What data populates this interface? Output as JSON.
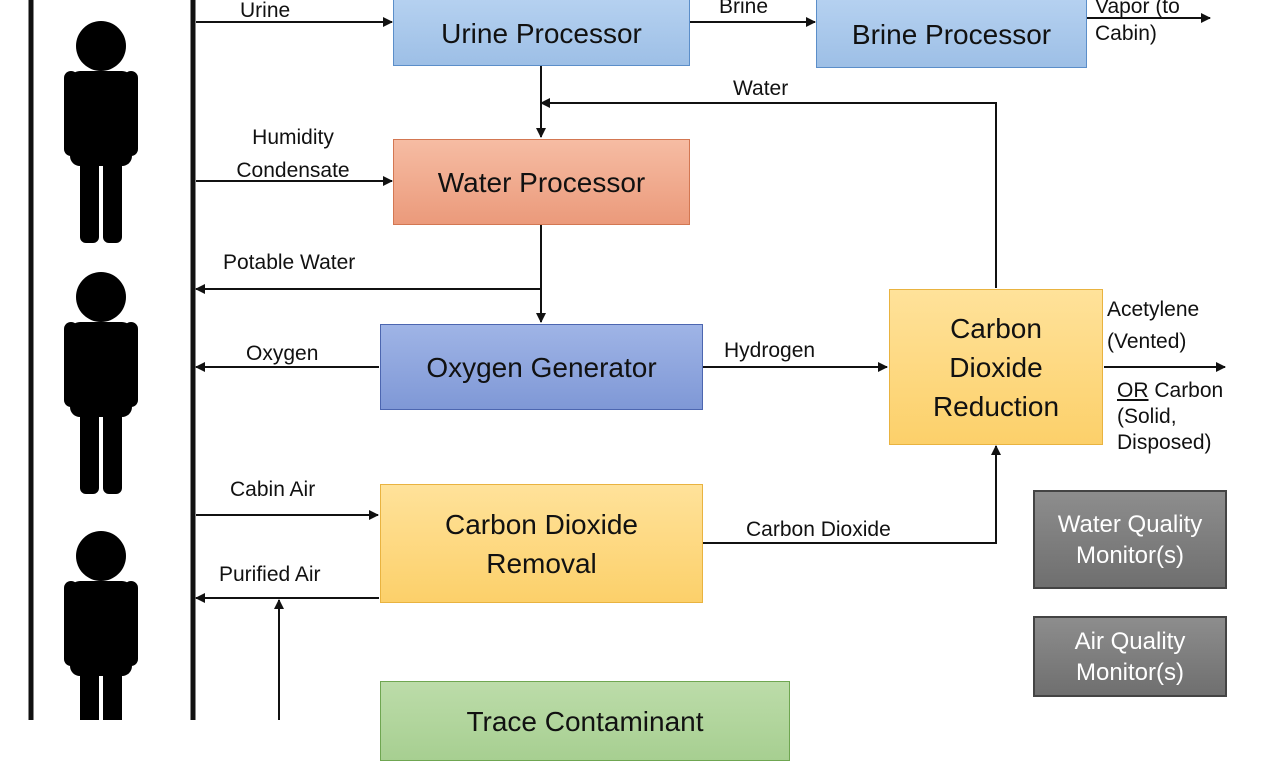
{
  "nodes": {
    "urine_processor": "Urine Processor",
    "brine_processor": "Brine Processor",
    "water_processor": "Water Processor",
    "oxygen_generator": "Oxygen Generator",
    "co2_reduction": "Carbon Dioxide Reduction",
    "co2_removal": "Carbon Dioxide Removal",
    "trace_contaminant": "Trace Contaminant",
    "water_quality_monitor": "Water Quality Monitor(s)",
    "air_quality_monitor": "Air Quality Monitor(s)"
  },
  "edges": {
    "urine": "Urine",
    "brine": "Brine",
    "vapor": "Vapor (to Cabin)",
    "water": "Water",
    "humidity_condensate": "Humidity Condensate",
    "potable_water": "Potable Water",
    "oxygen": "Oxygen",
    "hydrogen": "Hydrogen",
    "acetylene": "Acetylene (Vented)",
    "or_word": "OR",
    "carbon_output": "Carbon (Solid, Disposed)",
    "cabin_air": "Cabin Air",
    "carbon_dioxide": "Carbon Dioxide",
    "purified_air": "Purified Air"
  },
  "colors": {
    "urine_processor": "#aac9ec",
    "brine_processor": "#aac9ec",
    "water_processor": "#f2ab8e",
    "oxygen_generator": "#8da5de",
    "co2_reduction": "#fdd97f",
    "co2_removal": "#fdd97f",
    "trace_contaminant": "#b1d59c",
    "monitors": "#7e7e7e"
  },
  "icons": [
    "person-icon",
    "person-icon",
    "person-icon"
  ]
}
